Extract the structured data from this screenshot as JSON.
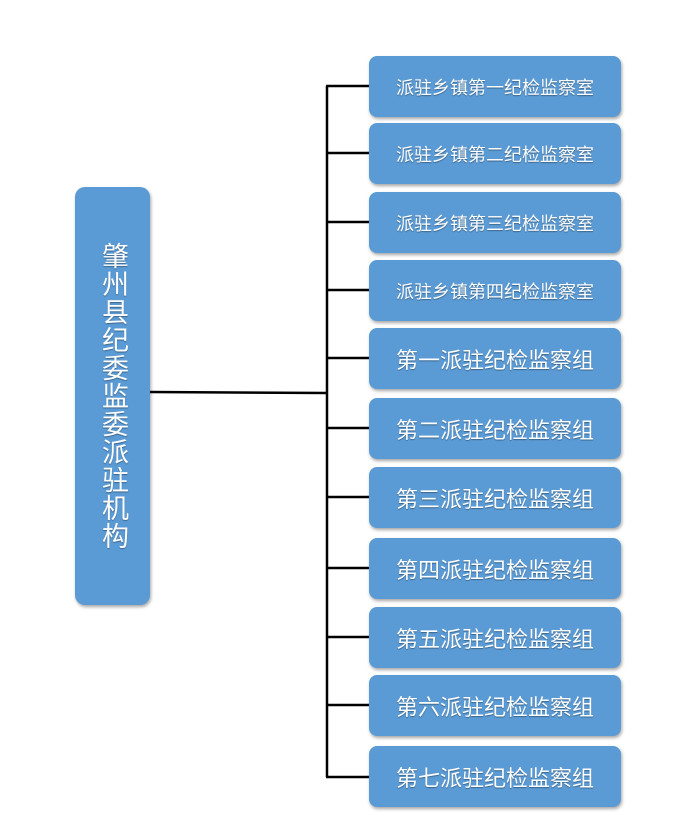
{
  "diagram": {
    "root": {
      "label": "肇州县纪委监委派驻机构"
    },
    "children": [
      {
        "label": "派驻乡镇第一纪检监察室"
      },
      {
        "label": "派驻乡镇第二纪检监察室"
      },
      {
        "label": "派驻乡镇第三纪检监察室"
      },
      {
        "label": "派驻乡镇第四纪检监察室"
      },
      {
        "label": "第一派驻纪检监察组"
      },
      {
        "label": "第二派驻纪检监察组"
      },
      {
        "label": "第三派驻纪检监察组"
      },
      {
        "label": "第四派驻纪检监察组"
      },
      {
        "label": "第五派驻纪检监察组"
      },
      {
        "label": "第六派驻纪检监察组"
      },
      {
        "label": "第七派驻纪检监察组"
      }
    ],
    "colors": {
      "node_fill": "#5b9bd5",
      "node_text": "#ffffff",
      "connector": "#000000"
    }
  }
}
